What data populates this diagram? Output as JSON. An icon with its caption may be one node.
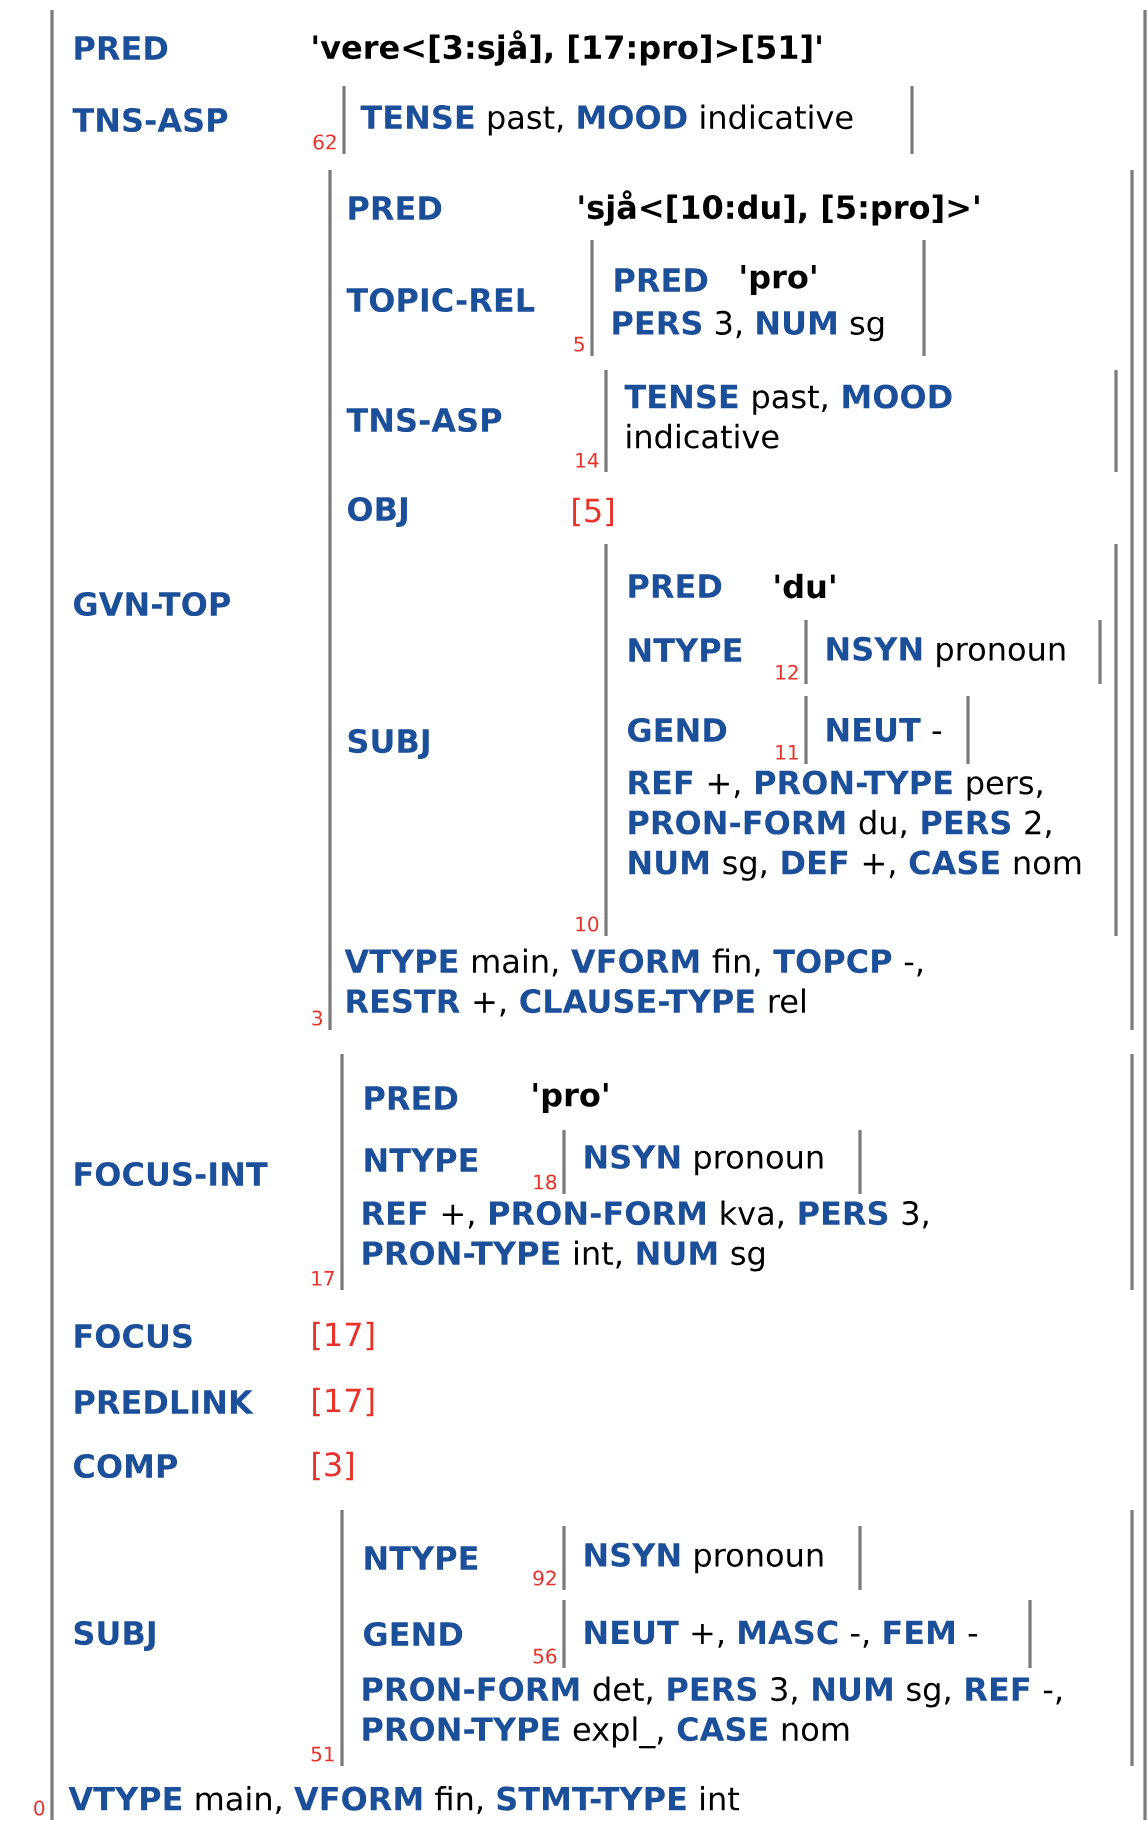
{
  "diagram": {
    "nodes": [
      {
        "text": [
          "PRED",
          "'vere<[3:sjå], [17:pro]>[51]'",
          "TNS-ASP",
          "GVN-TOP",
          "FOCUS-INT",
          "FOCUS",
          "[17]",
          "PREDLINK",
          "[17]",
          "COMP",
          "[3]",
          "SUBJ",
          "**VTYPE** main, **VFORM** fin, **STMT-TYPE** int"
        ],
        "beside": [
          "0"
        ]
      },
      {
        "text": [
          "**TENSE** past, **MOOD** indicative"
        ],
        "beside": [
          "62"
        ],
        "in": 0
      },
      {
        "text": [
          "PRED",
          "'sjå<[10:du], [5:pro]>'",
          "TOPIC-REL",
          "TNS-ASP",
          "OBJ",
          "[5]",
          "SUBJ",
          "**VTYPE** main, **VFORM** fin, **TOPCP** -, **RESTR** +, **CLAUSE-TYPE** rel"
        ],
        "beside": [
          "3"
        ],
        "in": 0
      },
      {
        "text": [
          "PRED",
          "'pro'",
          "**PERS** 3, **NUM** sg"
        ],
        "beside": [
          "5"
        ],
        "in": 2
      },
      {
        "text": [
          "**TENSE** past, **MOOD** indicative"
        ],
        "beside": [
          "14"
        ],
        "in": 2
      },
      {
        "text": [
          "PRED",
          "'du'",
          "NTYPE",
          "GEND",
          "**REF** +, **PRON-TYPE** pers, **PRON-FORM** du, **PERS** 2, **NUM** sg, **DEF** +, **CASE** nom"
        ],
        "beside": [
          "10"
        ],
        "in": 2
      },
      {
        "text": [
          "**NSYN** pronoun"
        ],
        "beside": [
          "12"
        ],
        "in": 5
      },
      {
        "text": [
          "**NEUT** -"
        ],
        "beside": [
          "11"
        ],
        "in": 5
      },
      {
        "text": [
          "PRED",
          "'pro'",
          "NTYPE",
          "**REF** +, **PRON-FORM** kva, **PERS** 3, **PRON-TYPE** int, **NUM** sg"
        ],
        "beside": [
          "17"
        ],
        "in": 0
      },
      {
        "text": [
          "**NSYN** pronoun"
        ],
        "beside": [
          "18"
        ],
        "in": 8
      },
      {
        "text": [
          "NTYPE",
          "GEND",
          "**PRON-FORM** det, **PERS** 3, **NUM** sg, **REF** -, **PRON-TYPE** expl_, **CASE** nom"
        ],
        "beside": [
          "51"
        ],
        "in": 0
      },
      {
        "text": [
          "**NSYN** pronoun"
        ],
        "beside": [
          "92"
        ],
        "in": 10
      },
      {
        "text": [
          "**NEUT** +, **MASC** -, **FEM** -"
        ],
        "beside": [
          "56"
        ],
        "in": 10
      }
    ]
  }
}
